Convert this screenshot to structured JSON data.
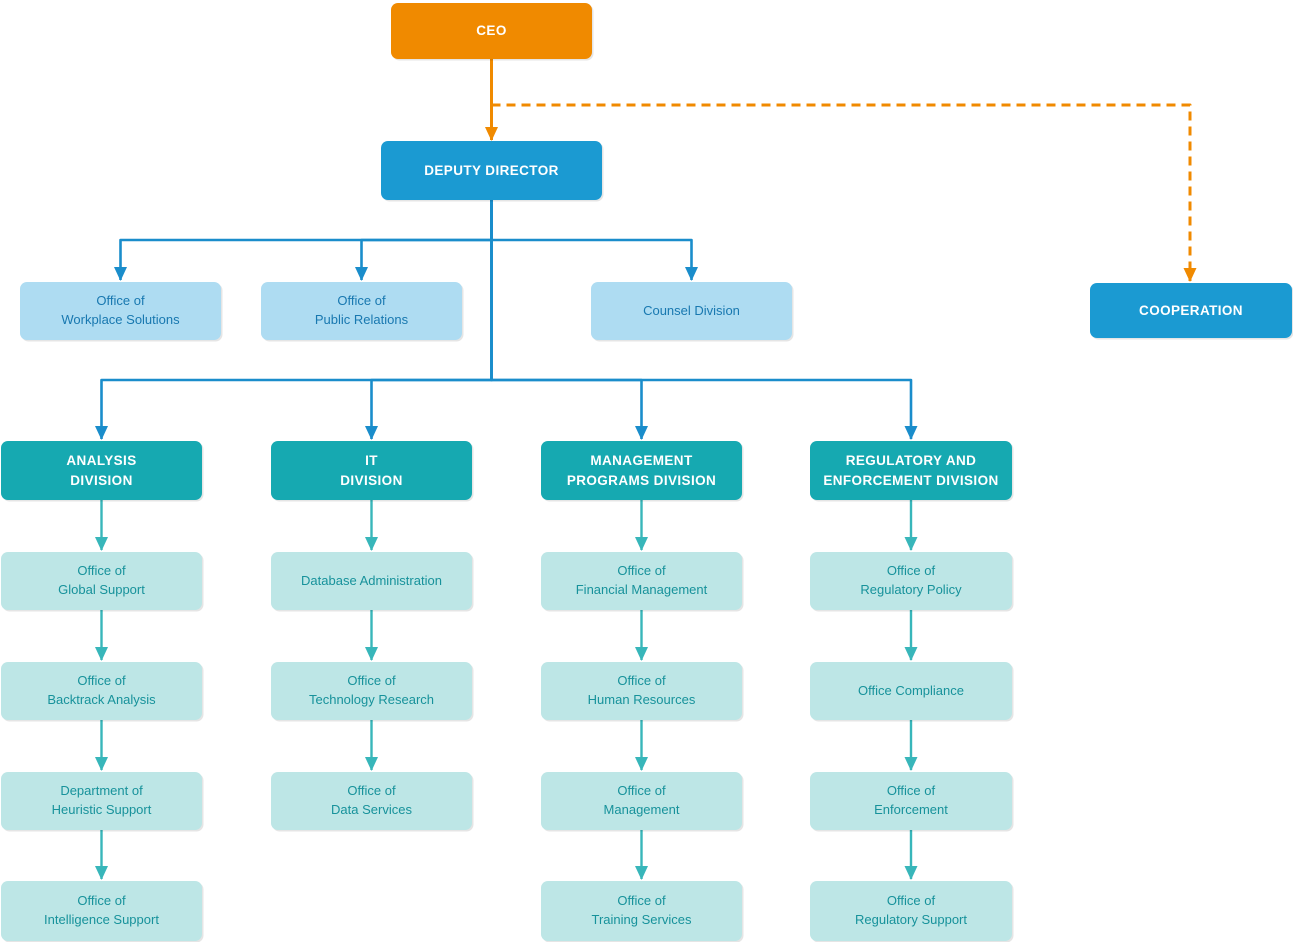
{
  "title": "Organizational chart",
  "colors": {
    "box_orange": "#F08A00",
    "box_blue": "#1B9AD2",
    "box_teal": "#16A9B1",
    "box_light_blue": "#AEDCF2",
    "box_light_teal": "#BDE6E6",
    "text_white": "#FFFFFF",
    "text_blue": "#1878B0",
    "text_teal": "#17929B",
    "connector_orange": "#F08A00",
    "connector_blue": "#1A8DCB",
    "connector_teal": "#38B6BA"
  },
  "nodes": [
    {
      "id": "ceo",
      "label": "CEO"
    },
    {
      "id": "deputy-director",
      "label": "DEPUTY DIRECTOR"
    },
    {
      "id": "office-workplace-solutions",
      "label": "Office of\nWorkplace Solutions"
    },
    {
      "id": "office-public-relations",
      "label": "Office of\nPublic Relations"
    },
    {
      "id": "counsel-division",
      "label": "Counsel Division"
    },
    {
      "id": "cooperation",
      "label": "COOPERATION"
    },
    {
      "id": "analysis-division",
      "label": "ANALYSIS\nDIVISION"
    },
    {
      "id": "it-division",
      "label": "IT\nDIVISION"
    },
    {
      "id": "management-programs-division",
      "label": "MANAGEMENT\nPROGRAMS DIVISION"
    },
    {
      "id": "regulatory-enforcement-division",
      "label": "REGULATORY AND\nENFORCEMENT DIVISION"
    },
    {
      "id": "office-global-support",
      "label": "Office of\nGlobal Support"
    },
    {
      "id": "office-backtrack-analysis",
      "label": "Office of\nBacktrack Analysis"
    },
    {
      "id": "department-heuristic-support",
      "label": "Department of\nHeuristic Support"
    },
    {
      "id": "office-intelligence-support",
      "label": "Office of\nIntelligence Support"
    },
    {
      "id": "database-administration",
      "label": "Database Administration"
    },
    {
      "id": "office-technology-research",
      "label": "Office of\nTechnology Research"
    },
    {
      "id": "office-data-services",
      "label": "Office of\nData Services"
    },
    {
      "id": "office-financial-management",
      "label": "Office of\nFinancial Management"
    },
    {
      "id": "office-human-resources",
      "label": "Office of\nHuman Resources"
    },
    {
      "id": "office-management",
      "label": "Office of\nManagement"
    },
    {
      "id": "office-training-services",
      "label": "Office of\nTraining Services"
    },
    {
      "id": "office-regulatory-policy",
      "label": "Office of\nRegulatory Policy"
    },
    {
      "id": "office-compliance",
      "label": "Office Compliance"
    },
    {
      "id": "office-enforcement",
      "label": "Office of\nEnforcement"
    },
    {
      "id": "office-regulatory-support",
      "label": "Office of\nRegulatory Support"
    }
  ],
  "edges": [
    {
      "from": "ceo",
      "to": "deputy-director",
      "style": "solid",
      "color": "orange"
    },
    {
      "from": "ceo",
      "to": "cooperation",
      "style": "dashed",
      "color": "orange"
    },
    {
      "from": "deputy-director",
      "to": "office-workplace-solutions",
      "style": "solid",
      "color": "blue"
    },
    {
      "from": "deputy-director",
      "to": "office-public-relations",
      "style": "solid",
      "color": "blue"
    },
    {
      "from": "deputy-director",
      "to": "counsel-division",
      "style": "solid",
      "color": "blue"
    },
    {
      "from": "deputy-director",
      "to": "analysis-division",
      "style": "solid",
      "color": "blue"
    },
    {
      "from": "deputy-director",
      "to": "it-division",
      "style": "solid",
      "color": "blue"
    },
    {
      "from": "deputy-director",
      "to": "management-programs-division",
      "style": "solid",
      "color": "blue"
    },
    {
      "from": "deputy-director",
      "to": "regulatory-enforcement-division",
      "style": "solid",
      "color": "blue"
    },
    {
      "from": "analysis-division",
      "to": "office-global-support",
      "style": "solid",
      "color": "teal"
    },
    {
      "from": "office-global-support",
      "to": "office-backtrack-analysis",
      "style": "solid",
      "color": "teal"
    },
    {
      "from": "office-backtrack-analysis",
      "to": "department-heuristic-support",
      "style": "solid",
      "color": "teal"
    },
    {
      "from": "department-heuristic-support",
      "to": "office-intelligence-support",
      "style": "solid",
      "color": "teal"
    },
    {
      "from": "it-division",
      "to": "database-administration",
      "style": "solid",
      "color": "teal"
    },
    {
      "from": "database-administration",
      "to": "office-technology-research",
      "style": "solid",
      "color": "teal"
    },
    {
      "from": "office-technology-research",
      "to": "office-data-services",
      "style": "solid",
      "color": "teal"
    },
    {
      "from": "management-programs-division",
      "to": "office-financial-management",
      "style": "solid",
      "color": "teal"
    },
    {
      "from": "office-financial-management",
      "to": "office-human-resources",
      "style": "solid",
      "color": "teal"
    },
    {
      "from": "office-human-resources",
      "to": "office-management",
      "style": "solid",
      "color": "teal"
    },
    {
      "from": "office-management",
      "to": "office-training-services",
      "style": "solid",
      "color": "teal"
    },
    {
      "from": "regulatory-enforcement-division",
      "to": "office-regulatory-policy",
      "style": "solid",
      "color": "teal"
    },
    {
      "from": "office-regulatory-policy",
      "to": "office-compliance",
      "style": "solid",
      "color": "teal"
    },
    {
      "from": "office-compliance",
      "to": "office-enforcement",
      "style": "solid",
      "color": "teal"
    },
    {
      "from": "office-enforcement",
      "to": "office-regulatory-support",
      "style": "solid",
      "color": "teal"
    }
  ]
}
